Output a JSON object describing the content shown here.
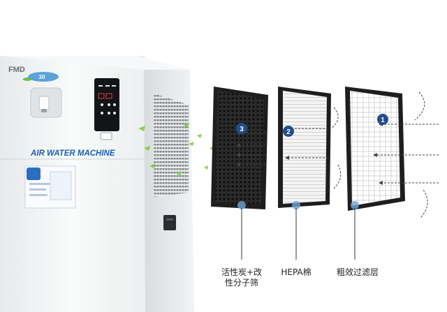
{
  "product": {
    "logo": "FMD",
    "name": "AIR WATER MACHINE",
    "badge": "30"
  },
  "filters": [
    {
      "number": "3",
      "label_line1": "活性炭+改",
      "label_line2": "性分子筛",
      "type": "activated-carbon"
    },
    {
      "number": "2",
      "label_line1": "HEPA棉",
      "label_line2": "",
      "type": "hepa"
    },
    {
      "number": "1",
      "label_line1": "粗效过滤层",
      "label_line2": "",
      "type": "coarse"
    }
  ],
  "colors": {
    "frame": "#1e1e1e",
    "badge": "#1f4e8c",
    "machine_body": "#f4f5f6",
    "panel": "#121418",
    "accent_green": "#7ccf3c"
  }
}
